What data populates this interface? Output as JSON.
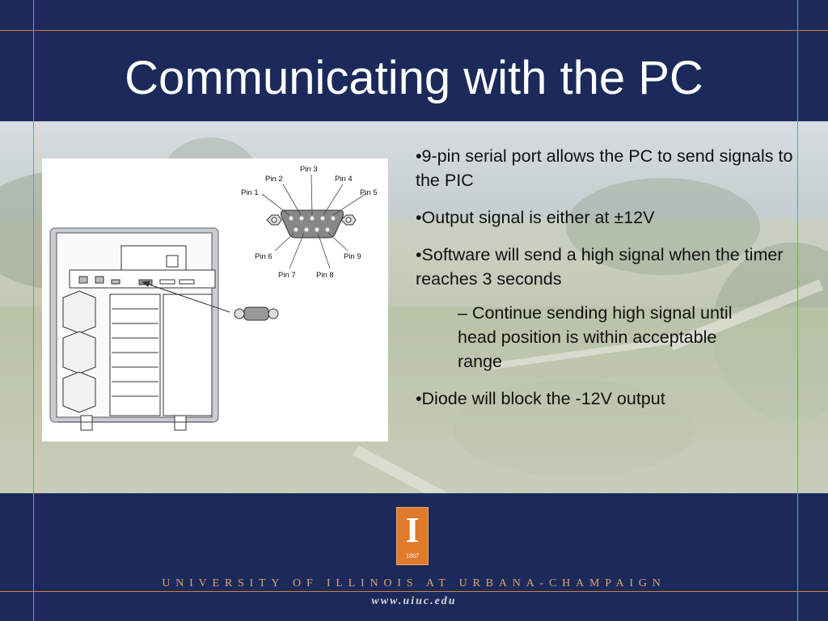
{
  "slide": {
    "title": "Communicating with the PC"
  },
  "colors": {
    "navy": "#1b2a5a",
    "orange_accent": "#c9813f",
    "logo_orange": "#e07b2c"
  },
  "bullets": [
    "•9-pin serial port allows the PC to send signals to the PIC",
    "•Output signal is either at ±12V",
    "•Software will send a high signal when the timer reaches 3 seconds"
  ],
  "sub_bullet": "– Continue sending high signal until head position is within acceptable range",
  "last_bullet": "•Diode will block the -12V output",
  "diagram": {
    "pin_labels": {
      "pin1": "Pin 1",
      "pin2": "Pin 2",
      "pin3": "Pin 3",
      "pin4": "Pin 4",
      "pin5": "Pin 5",
      "pin6": "Pin 6",
      "pin7": "Pin 7",
      "pin8": "Pin 8",
      "pin9": "Pin 9"
    }
  },
  "footer": {
    "logo_letter": "I",
    "logo_year": "1867",
    "university": "UNIVERSITY OF ILLINOIS AT URBANA-CHAMPAIGN",
    "url": "www.uiuc.edu"
  }
}
